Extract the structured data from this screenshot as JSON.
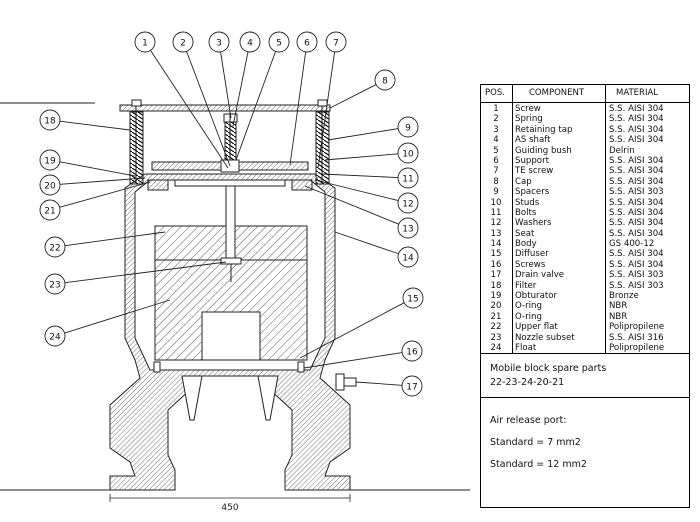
{
  "table": {
    "headers": {
      "pos": "POS.",
      "component": "COMPONENT",
      "material": "MATERIAL"
    },
    "rows": [
      {
        "pos": "1",
        "component": "Screw",
        "material": "S.S. AISI 304"
      },
      {
        "pos": "2",
        "component": "Spring",
        "material": "S.S. AISI 304"
      },
      {
        "pos": "3",
        "component": "Retaining tap",
        "material": "S.S. AISI 304"
      },
      {
        "pos": "4",
        "component": "AS shaft",
        "material": "S.S. AISI 304"
      },
      {
        "pos": "5",
        "component": "Guiding bush",
        "material": "Delrin"
      },
      {
        "pos": "6",
        "component": "Support",
        "material": "S.S. AISI 304"
      },
      {
        "pos": "7",
        "component": "TE screw",
        "material": "S.S. AISI 304"
      },
      {
        "pos": "8",
        "component": "Cap",
        "material": "S.S. AISI 304"
      },
      {
        "pos": "9",
        "component": "Spacers",
        "material": "S.S. AISI 303"
      },
      {
        "pos": "10",
        "component": "Studs",
        "material": "S.S. AISI 304"
      },
      {
        "pos": "11",
        "component": "Bolts",
        "material": "S.S. AISI 304"
      },
      {
        "pos": "12",
        "component": "Washers",
        "material": "S.S. AISI 304"
      },
      {
        "pos": "13",
        "component": "Seat",
        "material": "S.S. AISI 304"
      },
      {
        "pos": "14",
        "component": "Body",
        "material": "GS 400-12"
      },
      {
        "pos": "15",
        "component": "Diffuser",
        "material": "S.S. AISI 304"
      },
      {
        "pos": "16",
        "component": "Screws",
        "material": "S.S. AISI 304"
      },
      {
        "pos": "17",
        "component": "Drain valve",
        "material": "S.S. AISI 303"
      },
      {
        "pos": "18",
        "component": "Filter",
        "material": "S.S. AISI 303"
      },
      {
        "pos": "19",
        "component": "Obturator",
        "material": "Bronze"
      },
      {
        "pos": "20",
        "component": "O-ring",
        "material": "NBR"
      },
      {
        "pos": "21",
        "component": "O-ring",
        "material": "NBR"
      },
      {
        "pos": "22",
        "component": "Upper flat",
        "material": "Polipropilene"
      },
      {
        "pos": "23",
        "component": "Nozzle subset",
        "material": "S.S. AISI 316"
      },
      {
        "pos": "24",
        "component": "Float",
        "material": "Polipropilene"
      }
    ],
    "spare_parts": {
      "line1": "Mobile block spare parts",
      "line2": "22-23-24-20-21"
    },
    "air_release": {
      "title": "Air release port:",
      "option1": "Standard = 7 mm2",
      "option2": "Standard = 12 mm2"
    }
  },
  "callouts": [
    "1",
    "2",
    "3",
    "4",
    "5",
    "6",
    "7",
    "8",
    "9",
    "10",
    "11",
    "12",
    "13",
    "14",
    "15",
    "16",
    "17",
    "18",
    "19",
    "20",
    "21",
    "22",
    "23",
    "24"
  ],
  "dimension_label": "450"
}
